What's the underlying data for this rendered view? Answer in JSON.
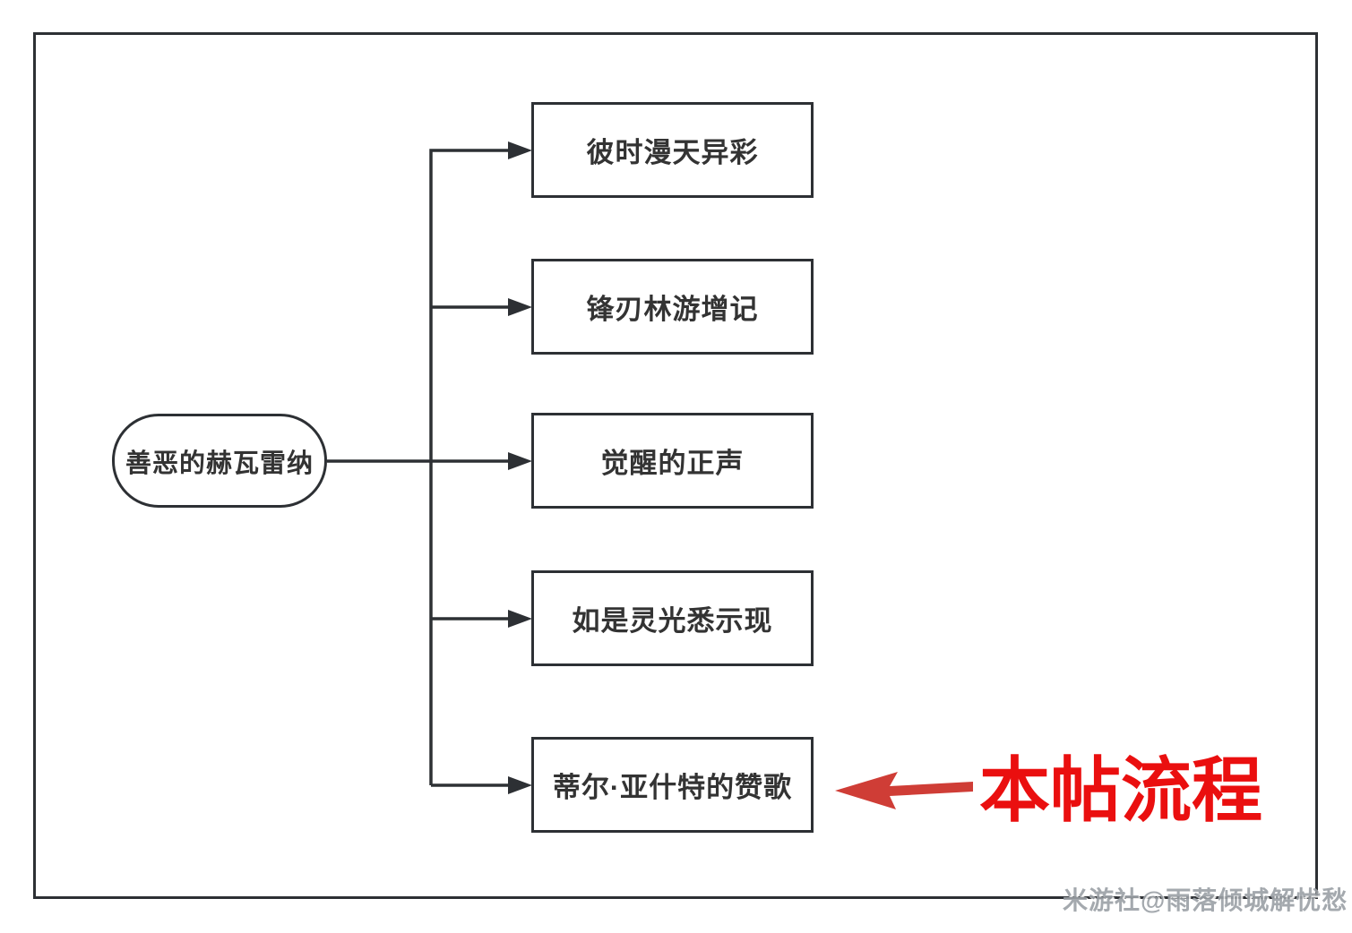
{
  "colors": {
    "line": "#2d3034",
    "box_text": "#333333",
    "annotation_text": "#ea0f0f",
    "annotation_arrow": "#cf3d36",
    "watermark_gray": "#9ba0a6"
  },
  "diagram": {
    "root": {
      "label": "善恶的赫瓦雷纳"
    },
    "children": [
      {
        "label": "彼时漫天异彩"
      },
      {
        "label": "锋刃林游增记"
      },
      {
        "label": "觉醒的正声"
      },
      {
        "label": "如是灵光悉示现"
      },
      {
        "label": "蒂尔·亚什特的赞歌"
      }
    ],
    "annotation": {
      "label": "本帖流程"
    },
    "watermark": "米游社@雨落倾城解忧愁"
  }
}
